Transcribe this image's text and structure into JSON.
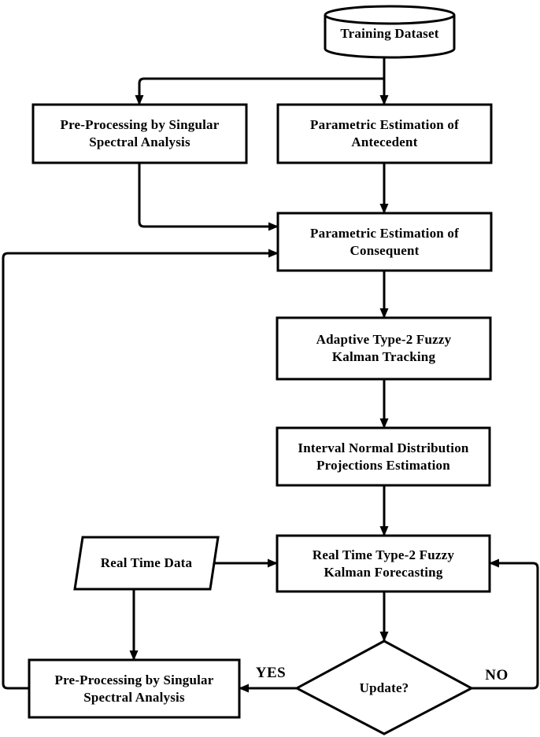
{
  "diagram": {
    "colors": {
      "background": "#ffffff",
      "line": "#000000",
      "text": "#000000"
    },
    "nodes": {
      "training_dataset": {
        "shape": "cylinder",
        "label": "Training Dataset"
      },
      "preprocessing_training": {
        "shape": "process",
        "line1": "Pre-Processing by Singular",
        "line2": "Spectral Analysis"
      },
      "antecedent_estimation": {
        "shape": "process",
        "line1": "Parametric Estimation of",
        "line2": "Antecedent"
      },
      "consequent_estimation": {
        "shape": "process",
        "line1": "Parametric Estimation of",
        "line2": "Consequent"
      },
      "kalman_tracking": {
        "shape": "process",
        "line1": "Adaptive Type-2 Fuzzy",
        "line2": "Kalman Tracking"
      },
      "projections_estimation": {
        "shape": "process",
        "line1": "Interval Normal Distribution",
        "line2": "Projections Estimation"
      },
      "real_time_data": {
        "shape": "data-parallelogram",
        "label": "Real Time Data"
      },
      "kalman_forecasting": {
        "shape": "process",
        "line1": "Real Time Type-2 Fuzzy",
        "line2": "Kalman Forecasting"
      },
      "update_decision": {
        "shape": "decision",
        "label": "Update?"
      },
      "preprocessing_realtime": {
        "shape": "process",
        "line1": "Pre-Processing by Singular",
        "line2": "Spectral Analysis"
      }
    },
    "edge_labels": {
      "yes": "YES",
      "no": "NO"
    }
  }
}
